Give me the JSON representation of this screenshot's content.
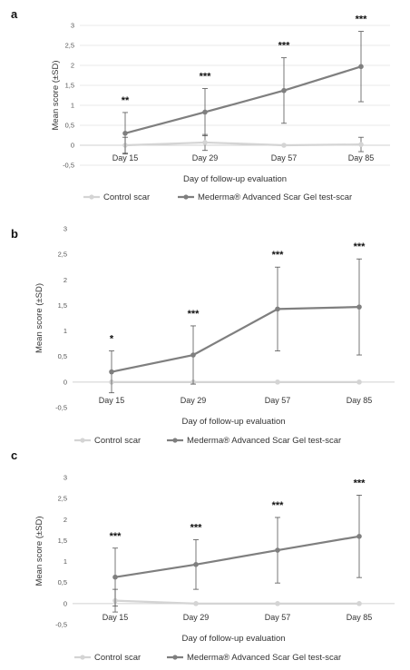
{
  "chart_data": [
    {
      "type": "line",
      "panel_label": "a",
      "categories": [
        "Day 15",
        "Day 29",
        "Day 57",
        "Day 85"
      ],
      "xlabel": "Day of follow-up evaluation",
      "ylabel": "Mean score (±SD)",
      "ylim": [
        -0.5,
        3
      ],
      "yticks": [
        "-0,5",
        "0",
        "0,5",
        "1",
        "1,5",
        "2",
        "2,5",
        "3"
      ],
      "grid": true,
      "legend_position": "bottom",
      "series": [
        {
          "name": "Control scar",
          "color": "#d4d4d4",
          "values": [
            0.0,
            0.07,
            0.0,
            0.02
          ],
          "sd": [
            0.2,
            0.2,
            0.0,
            0.18
          ]
        },
        {
          "name": "Mederma® Advanced Scar Gel test-scar",
          "color": "#7f7f7f",
          "values": [
            0.3,
            0.83,
            1.37,
            1.97
          ],
          "sd": [
            0.52,
            0.59,
            0.82,
            0.88
          ]
        }
      ],
      "significance": [
        "**",
        "***",
        "***",
        "***"
      ]
    },
    {
      "type": "line",
      "panel_label": "b",
      "categories": [
        "Day 15",
        "Day 29",
        "Day 57",
        "Day 85"
      ],
      "xlabel": "Day of follow-up evaluation",
      "ylabel": "Mean score (±SD)",
      "ylim": [
        -0.5,
        3
      ],
      "yticks": [
        "-0,5",
        "0",
        "0,5",
        "1",
        "1,5",
        "2",
        "2,5",
        "3"
      ],
      "grid": false,
      "legend_position": "bottom",
      "series": [
        {
          "name": "Control scar",
          "color": "#d4d4d4",
          "values": [
            0.0,
            0.0,
            0.0,
            0.0
          ],
          "sd": [
            0.0,
            0.0,
            0.0,
            0.0
          ]
        },
        {
          "name": "Mederma® Advanced Scar Gel test-scar",
          "color": "#7f7f7f",
          "values": [
            0.2,
            0.53,
            1.43,
            1.47
          ],
          "sd": [
            0.41,
            0.57,
            0.82,
            0.94
          ]
        }
      ],
      "significance": [
        "*",
        "***",
        "***",
        "***"
      ]
    },
    {
      "type": "line",
      "panel_label": "c",
      "categories": [
        "Day 15",
        "Day 29",
        "Day 57",
        "Day 85"
      ],
      "xlabel": "Day of follow-up evaluation",
      "ylabel": "Mean score (±SD)",
      "ylim": [
        -0.5,
        3
      ],
      "yticks": [
        "-0,5",
        "0",
        "0,5",
        "1",
        "1,5",
        "2",
        "2,5",
        "3"
      ],
      "grid": false,
      "legend_position": "bottom",
      "series": [
        {
          "name": "Control scar",
          "color": "#d4d4d4",
          "values": [
            0.07,
            0.0,
            0.0,
            0.0
          ],
          "sd": [
            0.27,
            0.0,
            0.0,
            0.0
          ]
        },
        {
          "name": "Mederma® Advanced Scar Gel test-scar",
          "color": "#7f7f7f",
          "values": [
            0.63,
            0.93,
            1.27,
            1.6
          ],
          "sd": [
            0.69,
            0.59,
            0.78,
            0.98
          ]
        }
      ],
      "significance": [
        "***",
        "***",
        "***",
        "***"
      ]
    }
  ]
}
